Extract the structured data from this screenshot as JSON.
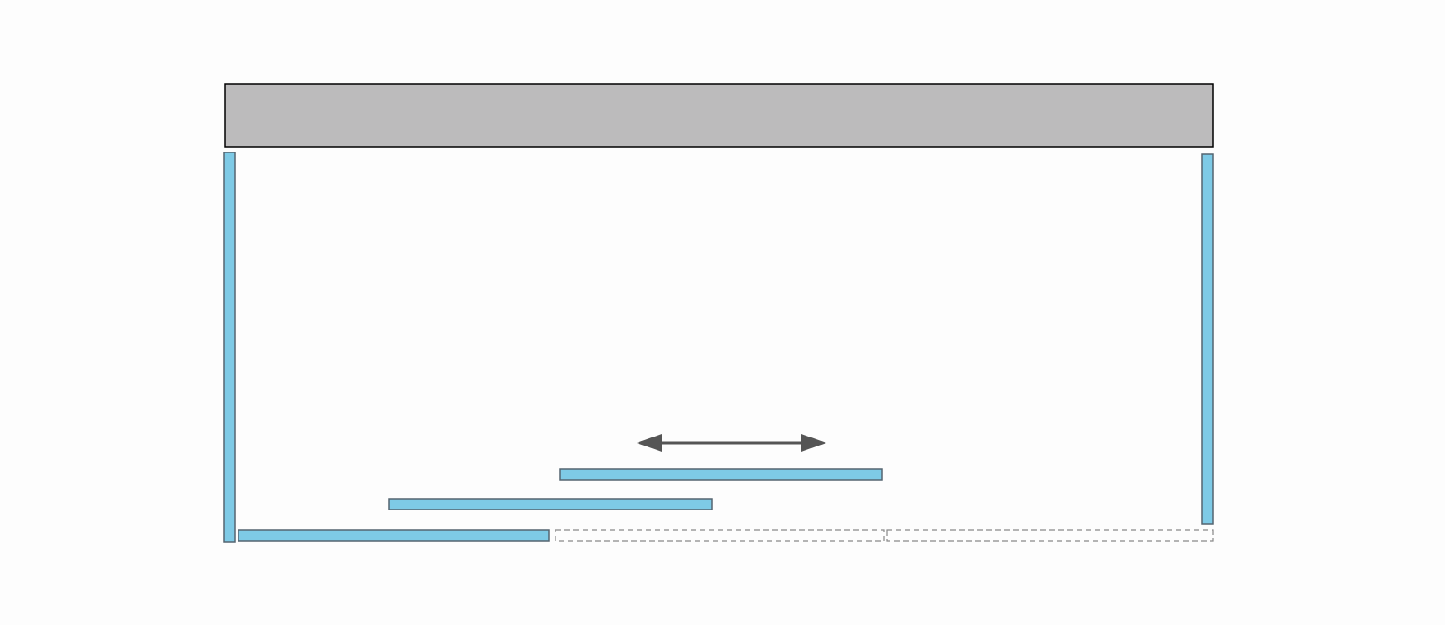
{
  "diagram": {
    "colors": {
      "background": "#fdfdfd",
      "header_bar_fill": "#bcbbbc",
      "header_bar_stroke": "#000000",
      "panel_fill": "#7ecae6",
      "panel_stroke": "#556570",
      "arrow": "#555555",
      "dashed_outline": "#888888"
    },
    "elements": [
      {
        "name": "top-rail",
        "kind": "solid-bar",
        "color_key": "header_bar_fill"
      },
      {
        "name": "left-side-panel",
        "kind": "glass-panel"
      },
      {
        "name": "right-side-panel",
        "kind": "glass-panel"
      },
      {
        "name": "sliding-panel-1",
        "kind": "glass-panel"
      },
      {
        "name": "sliding-panel-2",
        "kind": "glass-panel"
      },
      {
        "name": "sliding-panel-3",
        "kind": "glass-panel"
      },
      {
        "name": "panel-slot-2-outline",
        "kind": "dashed-outline"
      },
      {
        "name": "panel-slot-3-outline",
        "kind": "dashed-outline"
      },
      {
        "name": "sliding-direction-arrow-icon",
        "kind": "double-arrow"
      }
    ]
  }
}
